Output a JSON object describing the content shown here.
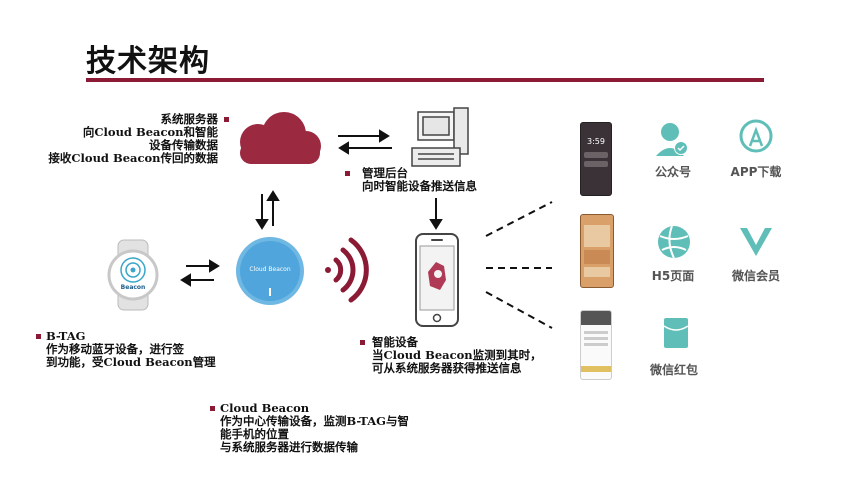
{
  "title": "技术架构",
  "server_text": [
    "系统服务器",
    "向Cloud Beacon和智能",
    "设备传输数据",
    "接收Cloud Beacon传回的数据"
  ],
  "admin_text": [
    "管理后台",
    "向时智能设备推送信息"
  ],
  "btag_text": [
    "B-TAG",
    "作为移动蓝牙设备，进行签",
    "到功能，受Cloud Beacon管理"
  ],
  "smart_text": [
    "智能设备",
    "当Cloud Beacon监测到其时，",
    "可从系统服务器获得推送信息"
  ],
  "beacon_text": [
    "Cloud Beacon",
    "作为中心传输设备，监测B-TAG与智",
    "能手机的位置",
    "与系统服务器进行数据传输"
  ],
  "device_labels": {
    "beacon": "Cloud Beacon",
    "btag": "Beacon"
  },
  "phone_clock": "3:59",
  "channels": [
    "公众号",
    "APP下载",
    "H5页面",
    "微信会员",
    "微信红包"
  ],
  "colors": {
    "accent": "#8b1a35",
    "teal": "#5fbfb8"
  }
}
